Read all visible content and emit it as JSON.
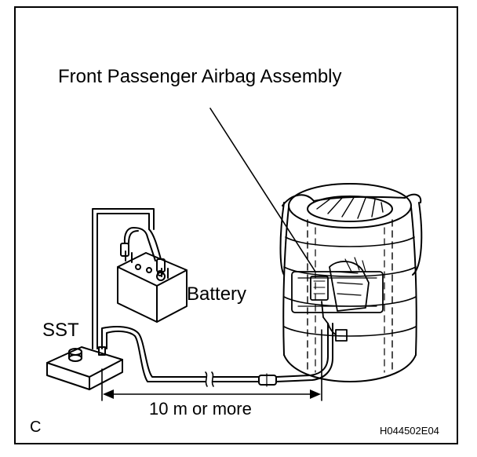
{
  "labels": {
    "title": "Front Passenger Airbag Assembly",
    "battery": "Battery",
    "sst": "SST",
    "distance": "10 m or more",
    "corner": "C",
    "code": "H044502E04"
  },
  "colors": {
    "ink": "#000000",
    "paper": "#ffffff"
  }
}
